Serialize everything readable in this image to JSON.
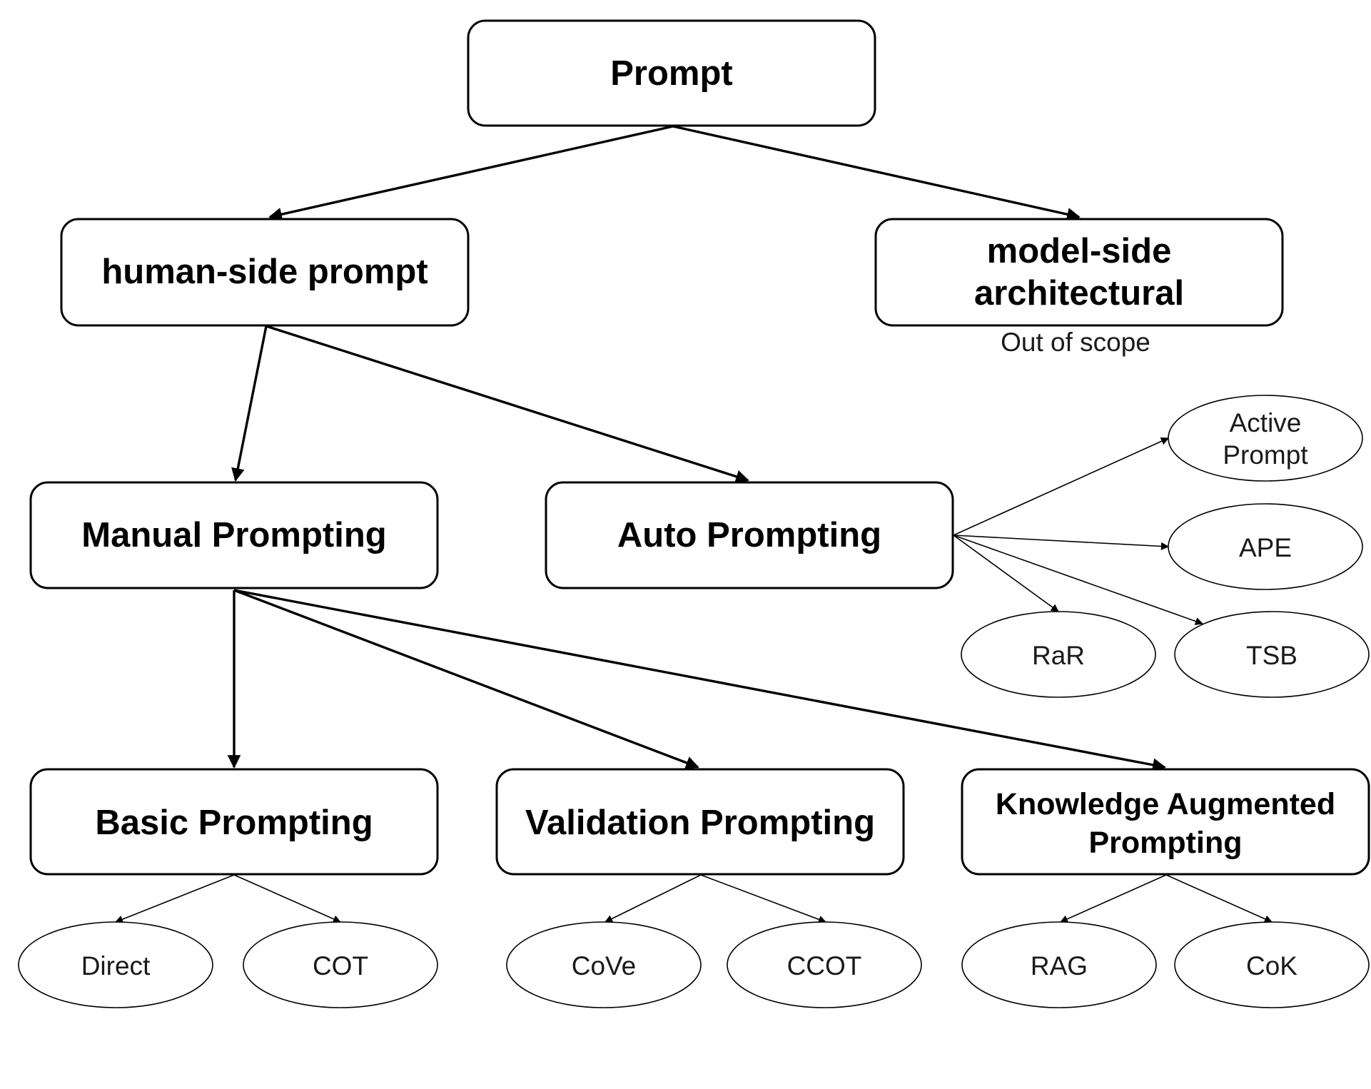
{
  "nodes": {
    "prompt": "Prompt",
    "human_side": "human-side prompt",
    "model_side": [
      "model-side",
      "architectural"
    ],
    "model_side_note": "Out of scope",
    "manual": "Manual Prompting",
    "auto": "Auto Prompting",
    "basic": "Basic Prompting",
    "validation": "Validation Prompting",
    "knowledge": [
      "Knowledge Augmented",
      "Prompting"
    ]
  },
  "leaves": {
    "active_prompt": [
      "Active",
      "Prompt"
    ],
    "ape": "APE",
    "rar": "RaR",
    "tsb": "TSB",
    "direct": "Direct",
    "cot": "COT",
    "cove": "CoVe",
    "ccot": "CCOT",
    "rag": "RAG",
    "cok": "CoK"
  }
}
